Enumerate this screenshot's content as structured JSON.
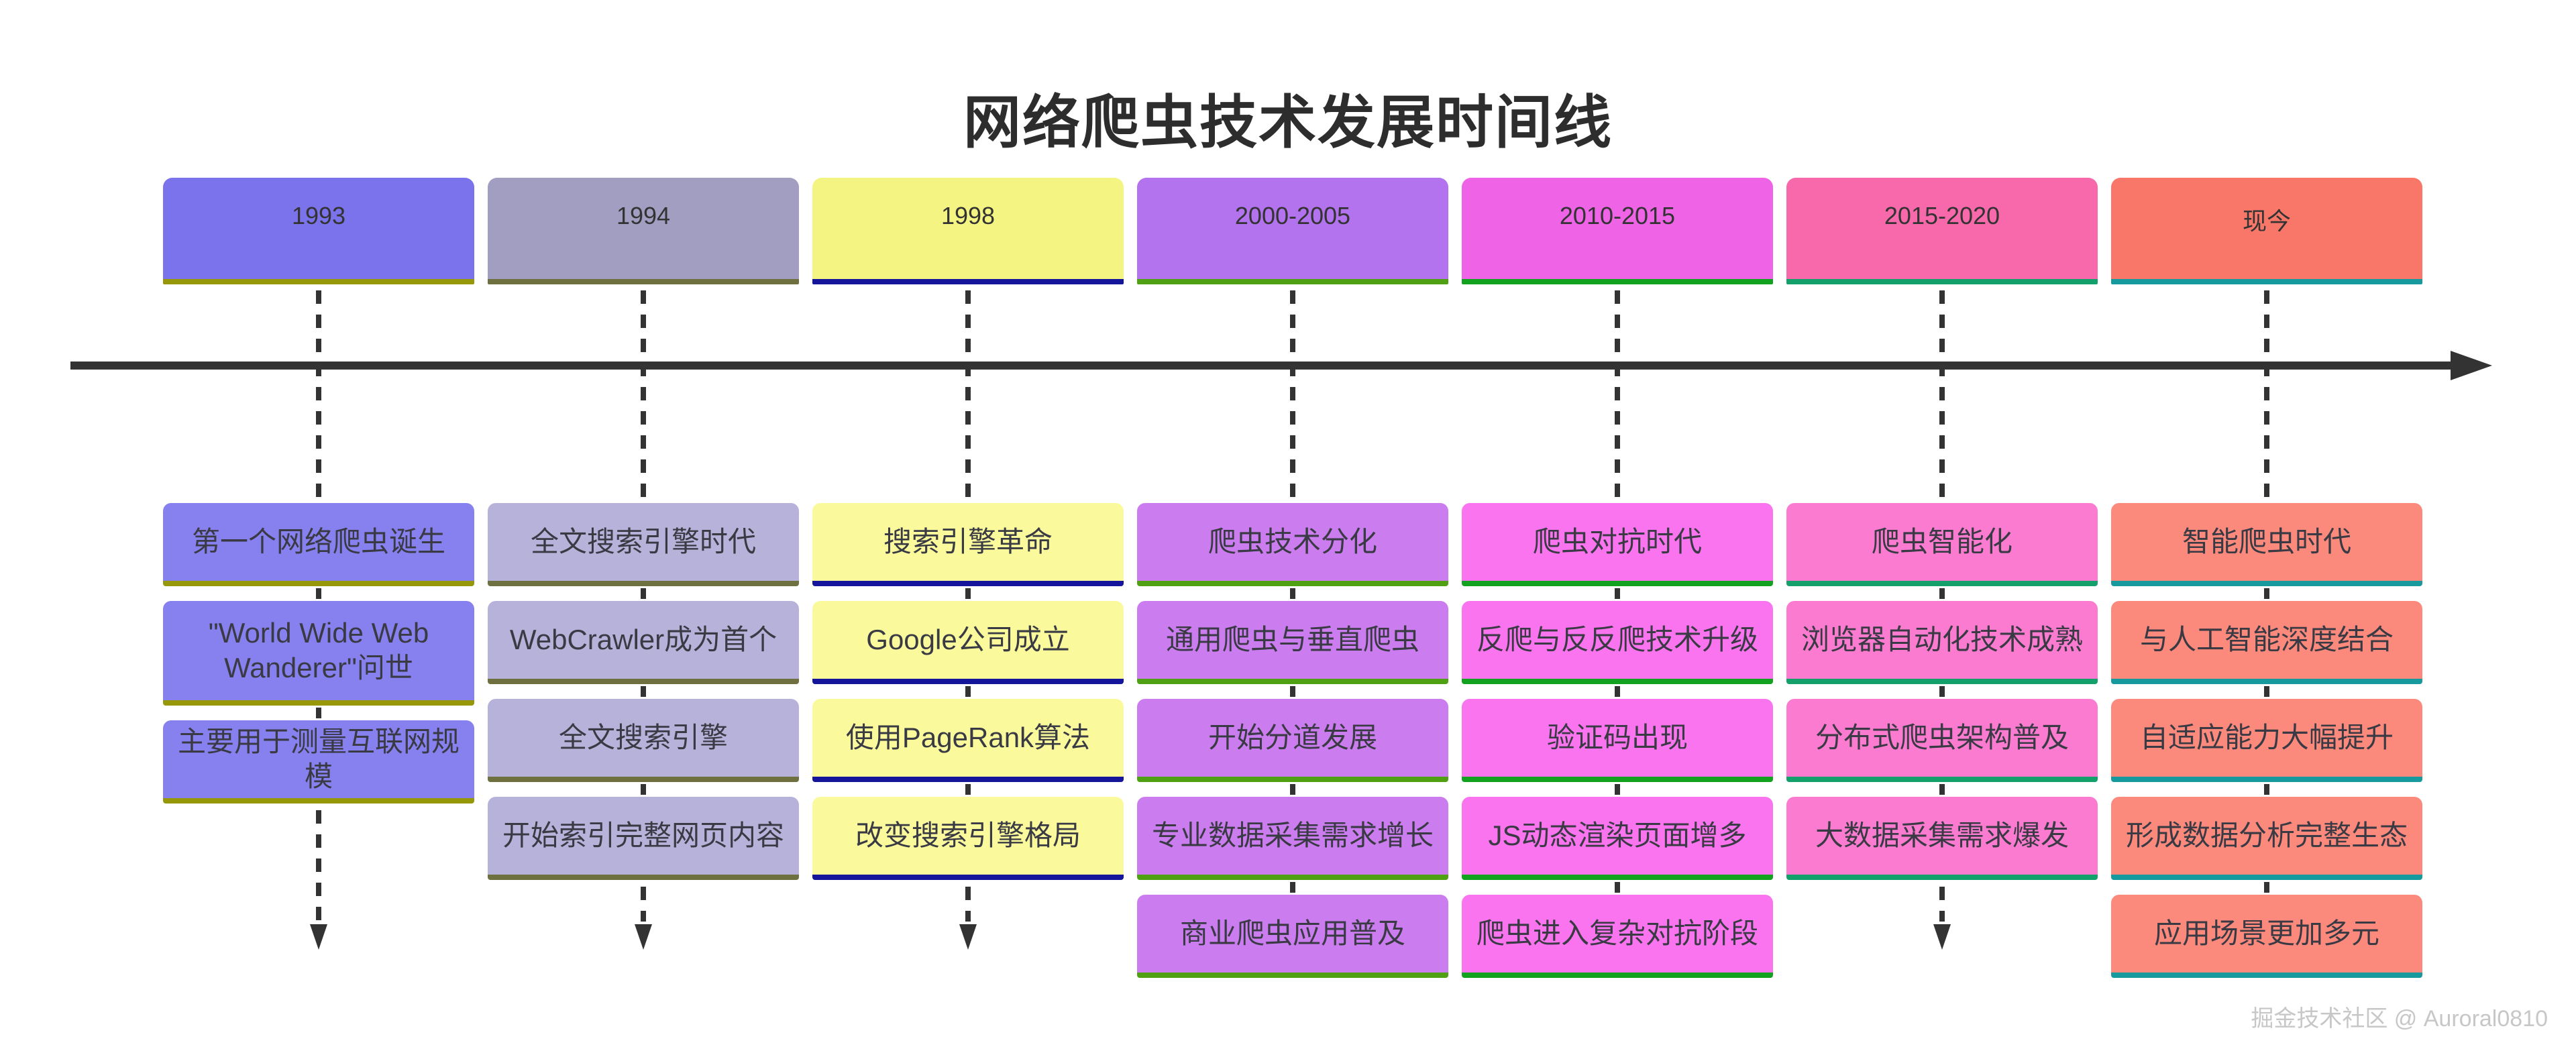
{
  "title": "网络爬虫技术发展时间线",
  "watermark": "掘金技术社区 @ Auroral0810",
  "axis_color": "#333333",
  "card_text_color": "#3a3a44",
  "columns": [
    {
      "year": "1993",
      "header_bg": "#7b73ec",
      "card_bg": "#8781f0",
      "accent": "#97970a",
      "tail_arrow": true,
      "events": [
        {
          "text": "第一个网络爬虫诞生"
        },
        {
          "text": "\"World Wide Web Wanderer\"问世",
          "tall": true
        },
        {
          "text": "主要用于测量互联网规模"
        }
      ]
    },
    {
      "year": "1994",
      "header_bg": "#a29ec2",
      "card_bg": "#b7b2d9",
      "accent": "#6e7040",
      "tail_arrow": true,
      "events": [
        {
          "text": "全文搜索引擎时代"
        },
        {
          "text": "WebCrawler成为首个"
        },
        {
          "text": "全文搜索引擎"
        },
        {
          "text": "开始索引完整网页内容"
        }
      ]
    },
    {
      "year": "1998",
      "header_bg": "#f4f483",
      "card_bg": "#fafa9d",
      "accent": "#15159c",
      "tail_arrow": true,
      "events": [
        {
          "text": "搜索引擎革命"
        },
        {
          "text": "Google公司成立"
        },
        {
          "text": "使用PageRank算法"
        },
        {
          "text": "改变搜索引擎格局"
        }
      ]
    },
    {
      "year": "2000-2005",
      "header_bg": "#b372ee",
      "card_bg": "#cb7cef",
      "accent": "#4fa013",
      "tail_arrow": false,
      "events": [
        {
          "text": "爬虫技术分化"
        },
        {
          "text": "通用爬虫与垂直爬虫"
        },
        {
          "text": "开始分道发展"
        },
        {
          "text": "专业数据采集需求增长"
        },
        {
          "text": "商业爬虫应用普及"
        }
      ]
    },
    {
      "year": "2010-2015",
      "header_bg": "#ef63e7",
      "card_bg": "#f974ee",
      "accent": "#13a120",
      "tail_arrow": false,
      "events": [
        {
          "text": "爬虫对抗时代"
        },
        {
          "text": "反爬与反反爬技术升级"
        },
        {
          "text": "验证码出现"
        },
        {
          "text": "JS动态渲染页面增多"
        },
        {
          "text": "爬虫进入复杂对抗阶段"
        }
      ]
    },
    {
      "year": "2015-2020",
      "header_bg": "#f769aa",
      "card_bg": "#fb7bd0",
      "accent": "#13a06a",
      "tail_arrow": true,
      "events": [
        {
          "text": "爬虫智能化"
        },
        {
          "text": "浏览器自动化技术成熟"
        },
        {
          "text": "分布式爬虫架构普及"
        },
        {
          "text": "大数据采集需求爆发"
        }
      ]
    },
    {
      "year": "现今",
      "header_bg": "#f87769",
      "card_bg": "#fb897c",
      "accent": "#169a9d",
      "tail_arrow": false,
      "events": [
        {
          "text": "智能爬虫时代"
        },
        {
          "text": "与人工智能深度结合"
        },
        {
          "text": "自适应能力大幅提升"
        },
        {
          "text": "形成数据分析完整生态"
        },
        {
          "text": "应用场景更加多元"
        }
      ]
    }
  ]
}
